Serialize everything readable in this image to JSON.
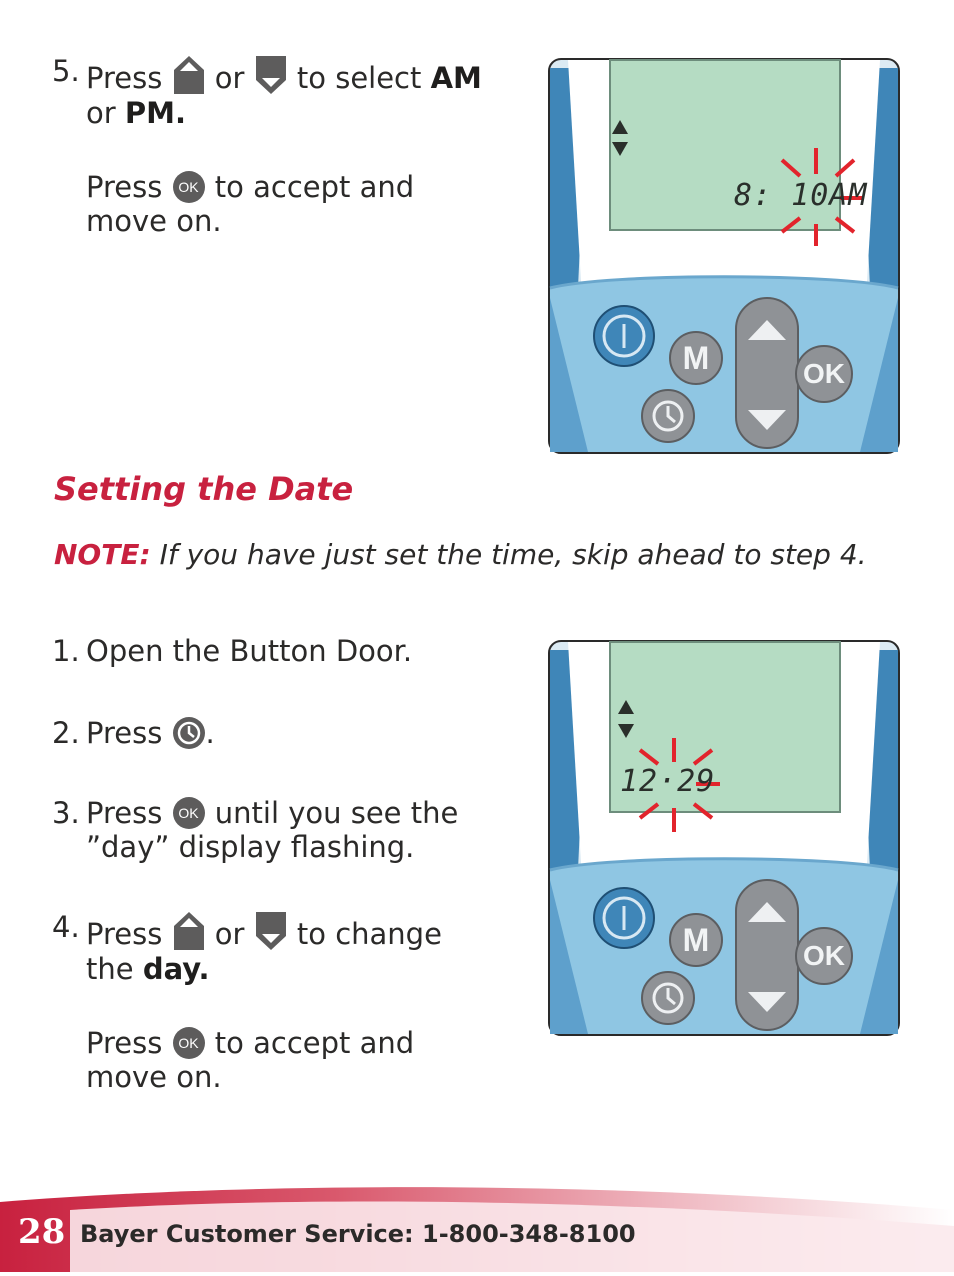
{
  "colors": {
    "accent": "#c8213f",
    "text": "#2b2a29",
    "device_blue": "#8fc6e3",
    "lcd": "#b5dcc3"
  },
  "top_steps": {
    "step5": {
      "num": "5.",
      "press": "Press",
      "or": "or",
      "to_select": "to select",
      "am": "AM",
      "or2": "or",
      "pm": "PM."
    },
    "accept": {
      "press": "Press",
      "rest": "to accept and",
      "line2": "move on."
    }
  },
  "section": {
    "heading": "Setting the Date",
    "note_label": "NOTE:",
    "note_text": "If you have just set the time, skip ahead to step 4."
  },
  "steps": {
    "s1": {
      "num": "1.",
      "text": "Open the Button Door."
    },
    "s2": {
      "num": "2.",
      "press": "Press",
      "period": "."
    },
    "s3": {
      "num": "3.",
      "press": "Press",
      "rest": "until you see the",
      "line2": "”day” display flashing."
    },
    "s4": {
      "num": "4.",
      "press": "Press",
      "or": "or",
      "rest": "to change",
      "the": "the",
      "day": "day."
    },
    "accept": {
      "press": "Press",
      "rest": "to accept and",
      "line2": "move on."
    }
  },
  "icons": {
    "ok_label": "OK",
    "up": "up-arrow-icon",
    "down": "down-arrow-icon",
    "clock": "clock-icon",
    "ok": "ok-button-icon"
  },
  "device1": {
    "display": "8: 10AM",
    "buttons": {
      "m": "M",
      "ok": "OK"
    }
  },
  "device2": {
    "display": "12·29",
    "buttons": {
      "m": "M",
      "ok": "OK"
    }
  },
  "footer": {
    "page_number": "28",
    "service": "Bayer Customer Service: 1-800-348-8100"
  }
}
